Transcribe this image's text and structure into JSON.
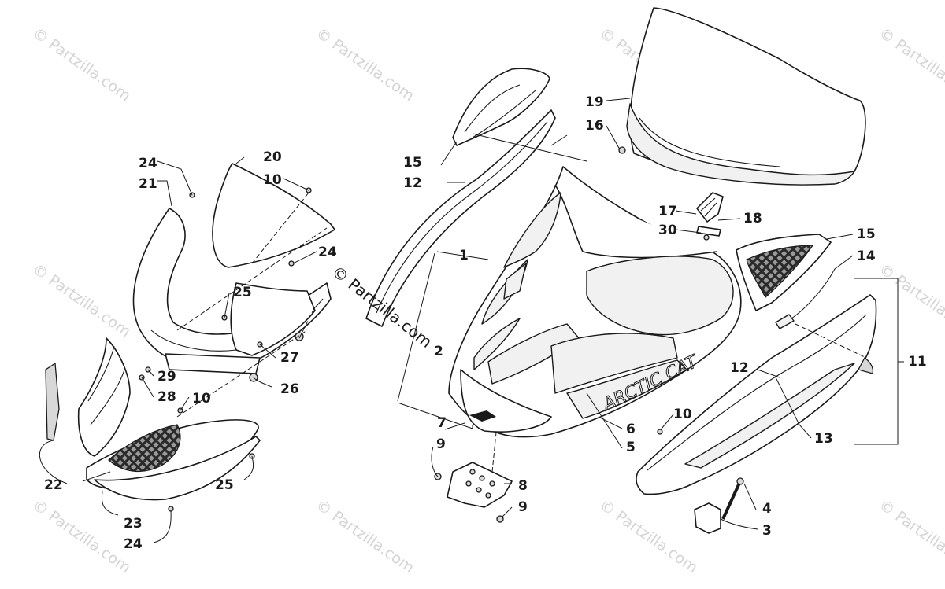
{
  "watermark": {
    "text": "© Partzilla.com"
  },
  "center_watermark": "© Partzilla.com",
  "brand_decal_text": "ARCTIC CAT",
  "callouts": {
    "c1": "1",
    "c2": "2",
    "c3": "3",
    "c4": "4",
    "c5": "5",
    "c6": "6",
    "c7": "7",
    "c8": "8",
    "c9a": "9",
    "c9b": "9",
    "c10a": "10",
    "c10b": "10",
    "c10c": "10",
    "c11": "11",
    "c12a": "12",
    "c12b": "12",
    "c13": "13",
    "c14": "14",
    "c15a": "15",
    "c15b": "15",
    "c16": "16",
    "c17": "17",
    "c18": "18",
    "c19": "19",
    "c20": "20",
    "c21": "21",
    "c22": "22",
    "c23": "23",
    "c24a": "24",
    "c24b": "24",
    "c24c": "24",
    "c25a": "25",
    "c25b": "25",
    "c26": "26",
    "c27": "27",
    "c28": "28",
    "c29": "29",
    "c30": "30"
  }
}
